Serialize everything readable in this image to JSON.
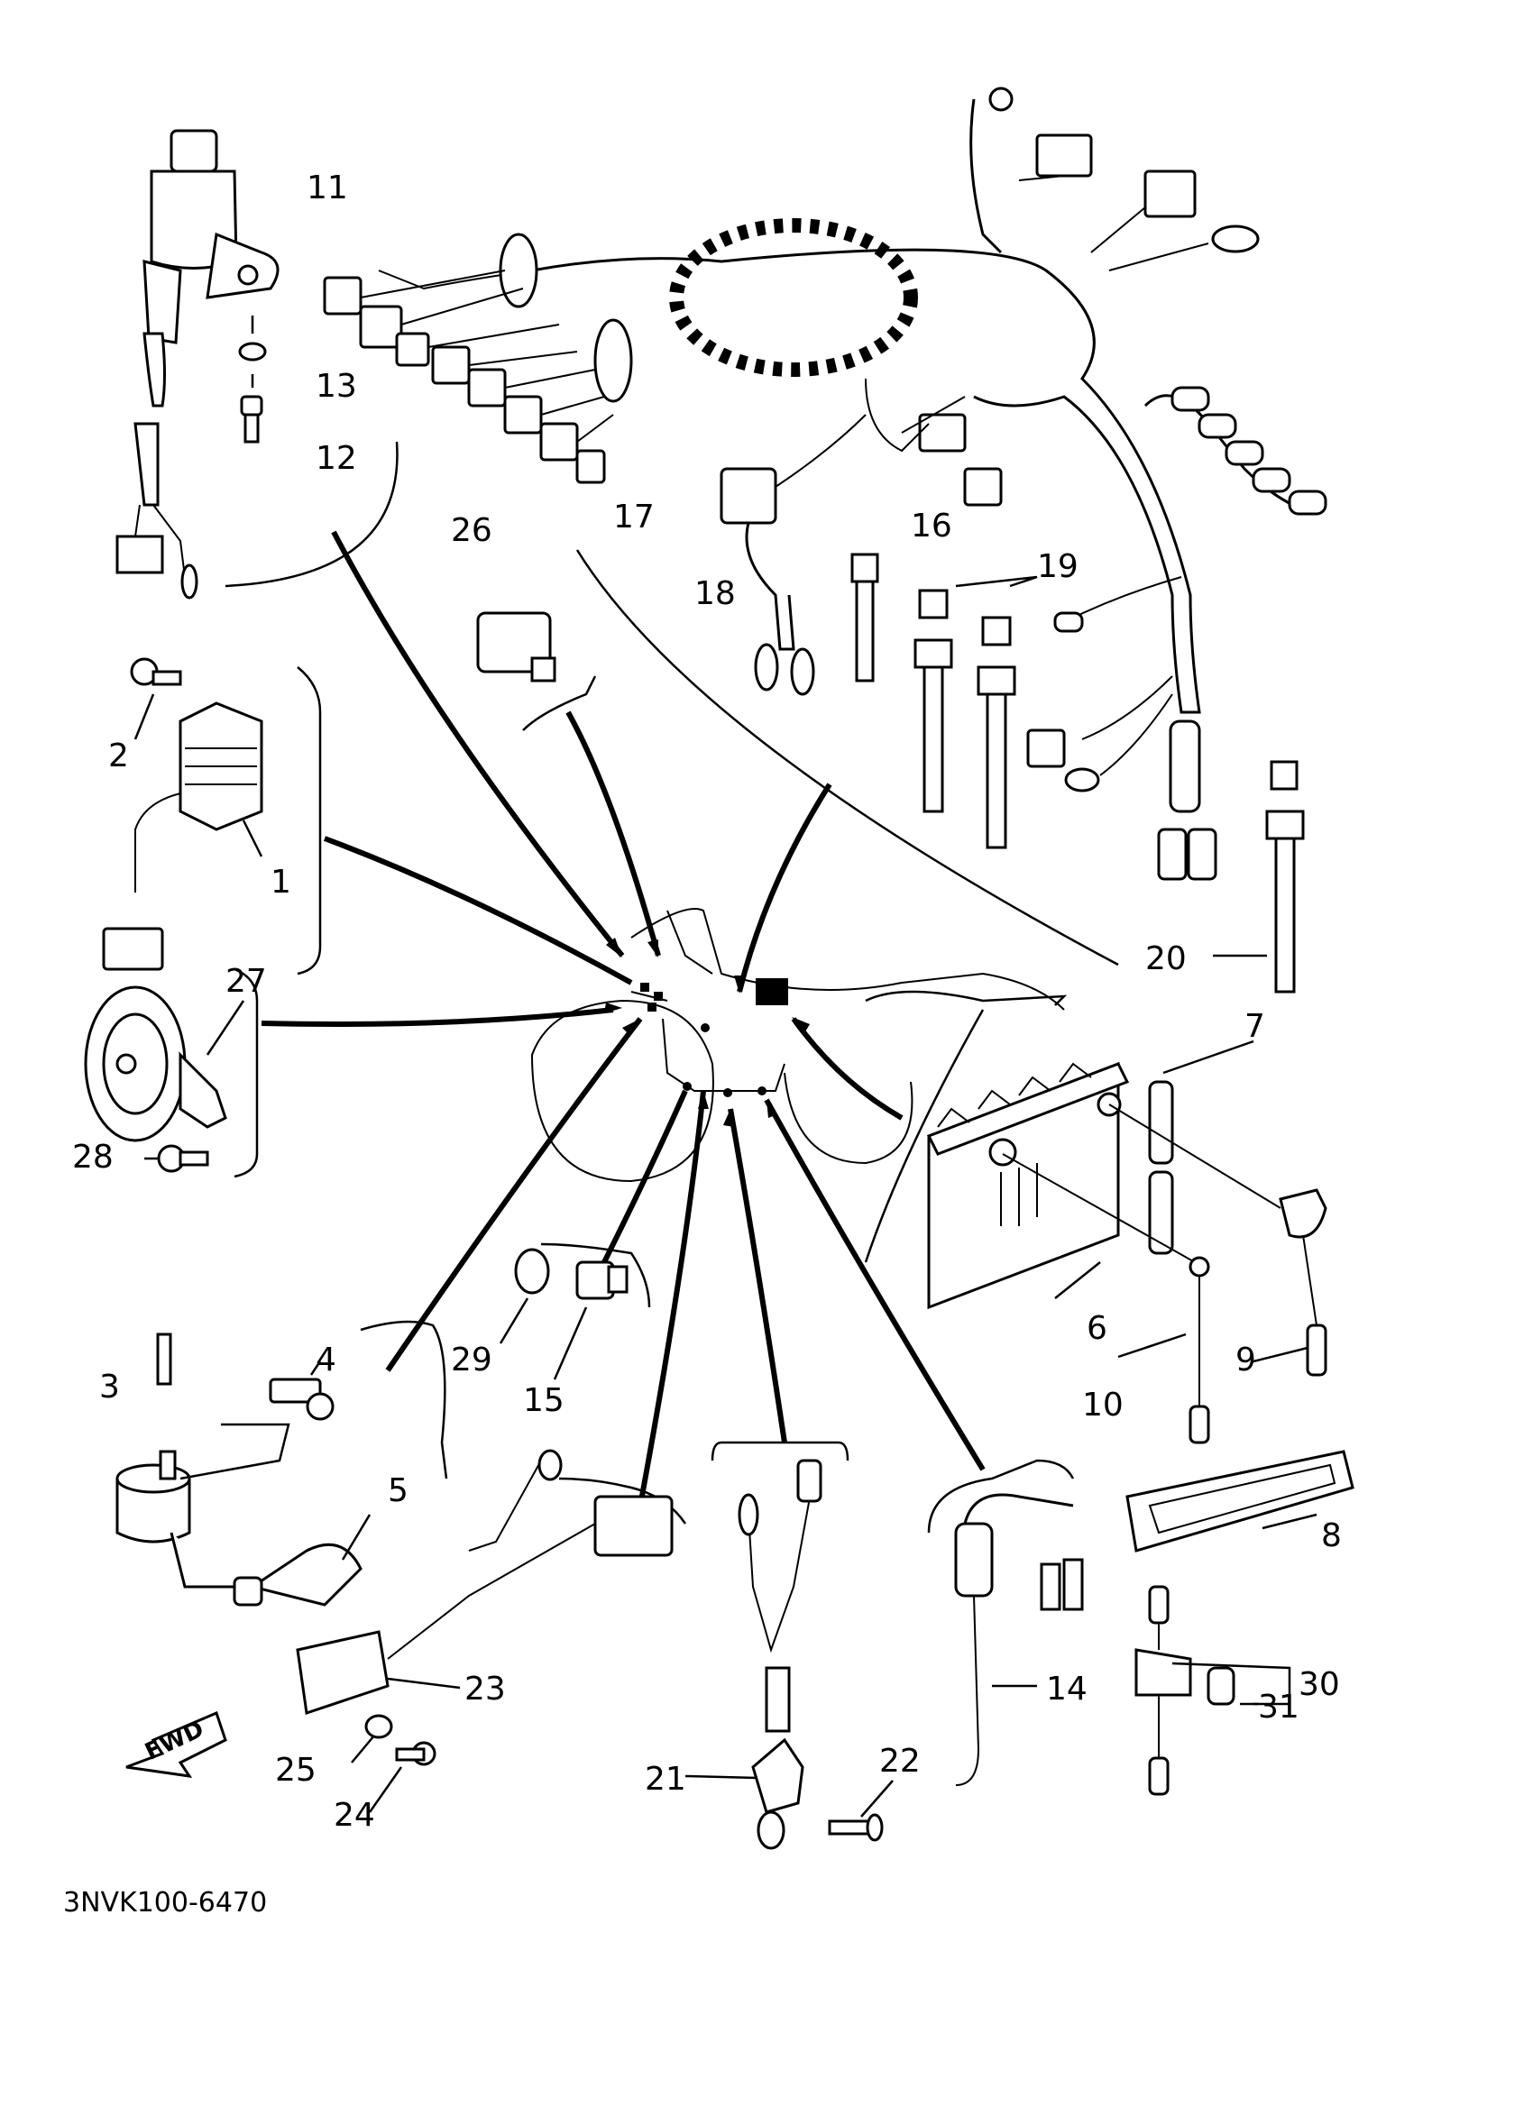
{
  "labels": {
    "p1": "1",
    "p2": "2",
    "p3": "3",
    "p4": "4",
    "p5": "5",
    "p6": "6",
    "p7": "7",
    "p8": "8",
    "p9": "9",
    "p10": "10",
    "p11": "11",
    "p12": "12",
    "p13": "13",
    "p14": "14",
    "p15": "15",
    "p16": "16",
    "p17": "17",
    "p18": "18",
    "p19": "19",
    "p20": "20",
    "p21": "21",
    "p22": "22",
    "p23": "23",
    "p24": "24",
    "p25": "25",
    "p26": "26",
    "p27": "27",
    "p28": "28",
    "p29": "29",
    "p30": "30",
    "p31": "31"
  },
  "fwd": "FWD",
  "code": "3NVK100-6470"
}
